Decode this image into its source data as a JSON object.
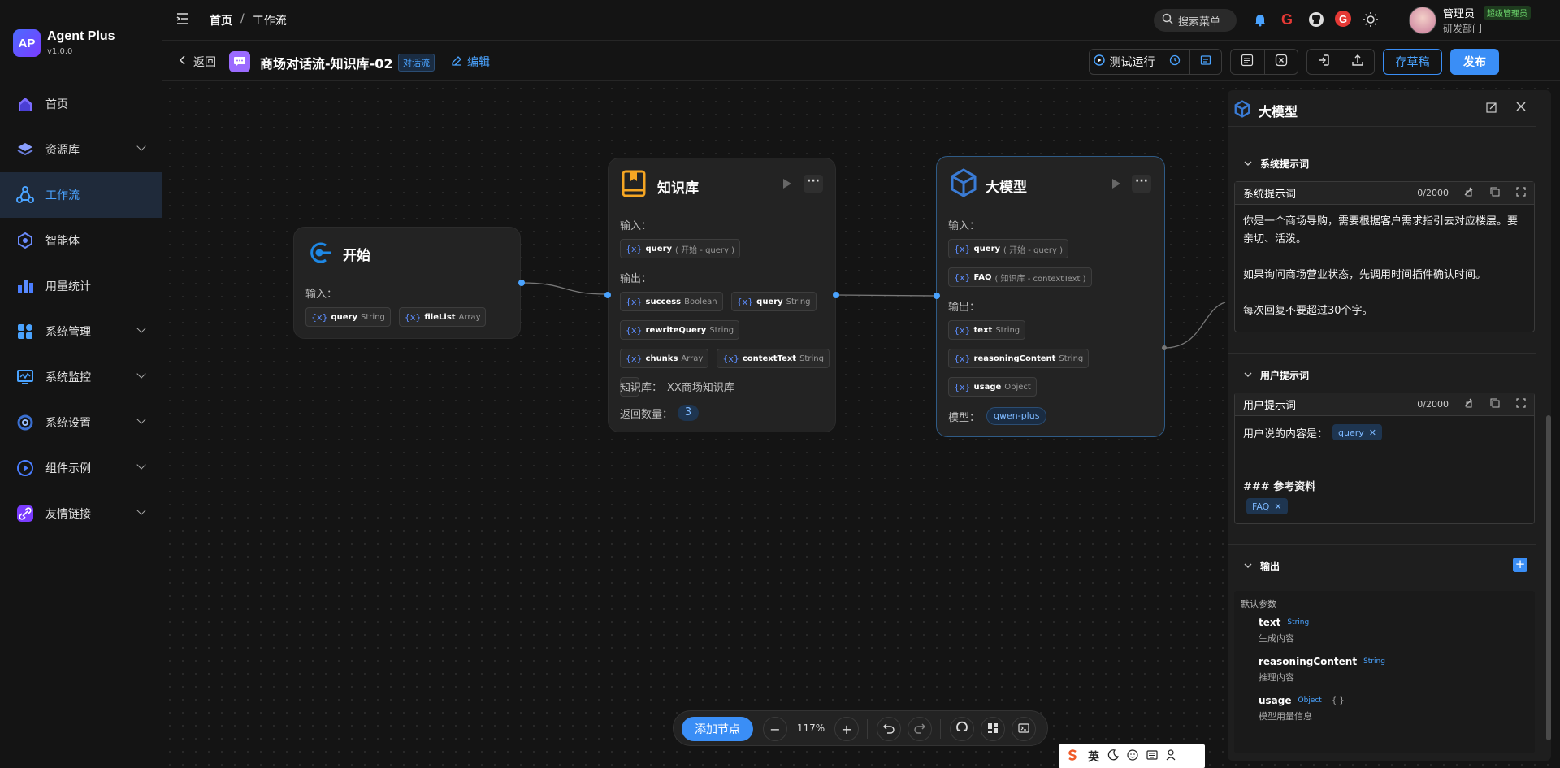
{
  "app": {
    "name": "Agent Plus",
    "version": "v1.0.0",
    "logo_text": "AP"
  },
  "sidebar": {
    "items": [
      {
        "label": "首页",
        "icon": "home-icon",
        "expandable": false,
        "active": false
      },
      {
        "label": "资源库",
        "icon": "layers-icon",
        "expandable": true,
        "active": false
      },
      {
        "label": "工作流",
        "icon": "workflow-icon",
        "expandable": false,
        "active": true
      },
      {
        "label": "智能体",
        "icon": "agent-icon",
        "expandable": false,
        "active": false
      },
      {
        "label": "用量统计",
        "icon": "bar-chart-icon",
        "expandable": false,
        "active": false
      },
      {
        "label": "系统管理",
        "icon": "grid-icon",
        "expandable": true,
        "active": false
      },
      {
        "label": "系统监控",
        "icon": "monitor-icon",
        "expandable": true,
        "active": false
      },
      {
        "label": "系统设置",
        "icon": "settings-icon",
        "expandable": true,
        "active": false
      },
      {
        "label": "组件示例",
        "icon": "play-circle-icon",
        "expandable": true,
        "active": false
      },
      {
        "label": "友情链接",
        "icon": "link-icon",
        "expandable": true,
        "active": false
      }
    ]
  },
  "topbar": {
    "breadcrumb": [
      "首页",
      "/",
      "工作流"
    ],
    "search_placeholder": "搜索菜单",
    "user_name": "管理员",
    "user_role": "超级管理员",
    "user_dept": "研发部门"
  },
  "workflow": {
    "back_label": "返回",
    "title": "商场对话流-知识库-02",
    "type_tag": "对话流",
    "edit_label": "编辑",
    "test_run_label": "测试运行",
    "save_draft_label": "存草稿",
    "publish_label": "发布"
  },
  "nodes": {
    "start": {
      "title": "开始",
      "input_label": "输入：",
      "params": [
        {
          "name": "query",
          "type": "String"
        },
        {
          "name": "fileList",
          "type": "Array"
        }
      ]
    },
    "kb": {
      "title": "知识库",
      "input_label": "输入：",
      "inputs": [
        {
          "name": "query",
          "src": "( 开始 - query )"
        }
      ],
      "output_label": "输出：",
      "outputs": [
        {
          "name": "success",
          "type": "Boolean"
        },
        {
          "name": "query",
          "type": "String"
        },
        {
          "name": "rewriteQuery",
          "type": "String"
        },
        {
          "name": "chunks",
          "type": "Array"
        },
        {
          "name": "contextText",
          "type": "String"
        }
      ],
      "more": "...",
      "kb_label": "知识库：",
      "kb_value": "XX商场知识库",
      "count_label": "返回数量：",
      "count_value": "3"
    },
    "llm": {
      "title": "大模型",
      "input_label": "输入：",
      "inputs": [
        {
          "name": "query",
          "src": "( 开始 - query )"
        },
        {
          "name": "FAQ",
          "src": "( 知识库 - contextText )"
        }
      ],
      "output_label": "输出：",
      "outputs": [
        {
          "name": "text",
          "type": "String"
        },
        {
          "name": "reasoningContent",
          "type": "String"
        },
        {
          "name": "usage",
          "type": "Object"
        }
      ],
      "model_label": "模型：",
      "model_value": "qwen-plus"
    }
  },
  "panel": {
    "title": "大模型",
    "sys_section": "系统提示词",
    "sys_box_title": "系统提示词",
    "sys_count": "0/2000",
    "sys_lines": [
      "你是一个商场导购，需要根据客户需求指引去对应楼层。要亲切、活泼。",
      "如果询问商场营业状态，先调用时间插件确认时间。",
      "每次回复不要超过30个字。"
    ],
    "user_section": "用户提示词",
    "user_box_title": "用户提示词",
    "user_count": "0/2000",
    "user_line1": "用户说的内容是：",
    "user_chip1": "query",
    "user_line2": "### 参考资料",
    "user_chip2": "FAQ",
    "out_section": "输出",
    "default_params": "默认参数",
    "outputs": [
      {
        "name": "text",
        "type": "String",
        "desc": "生成内容",
        "extra": ""
      },
      {
        "name": "reasoningContent",
        "type": "String",
        "desc": "推理内容",
        "extra": ""
      },
      {
        "name": "usage",
        "type": "Object",
        "desc": "模型用量信息",
        "extra": "{ }"
      }
    ]
  },
  "zoom": {
    "add_node": "添加节点",
    "level": "117%"
  },
  "ime": {
    "mode": "英"
  },
  "colors": {
    "accent": "#4aa3ff",
    "primary_button": "#3a8ef6",
    "kb_icon": "#f5a623",
    "llm_icon": "#3a7bd5"
  }
}
